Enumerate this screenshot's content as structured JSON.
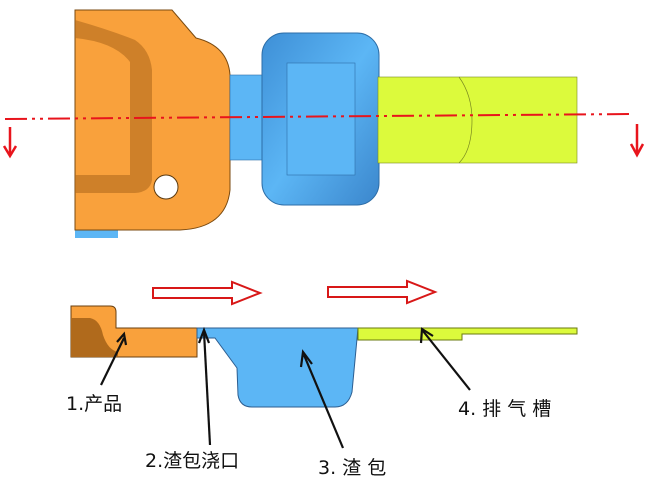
{
  "labels": {
    "product": "1.产品",
    "slag_gate": "2.渣包浇口",
    "slag_pocket": "3. 渣 包",
    "vent_groove": "4. 排 气 槽"
  },
  "colors": {
    "product": "#f9a13c",
    "slag_pocket": "#5cb6f5",
    "vent_groove": "#dcfa3c",
    "section_line": "#e8141c",
    "flow_arrow": "#d81818"
  }
}
